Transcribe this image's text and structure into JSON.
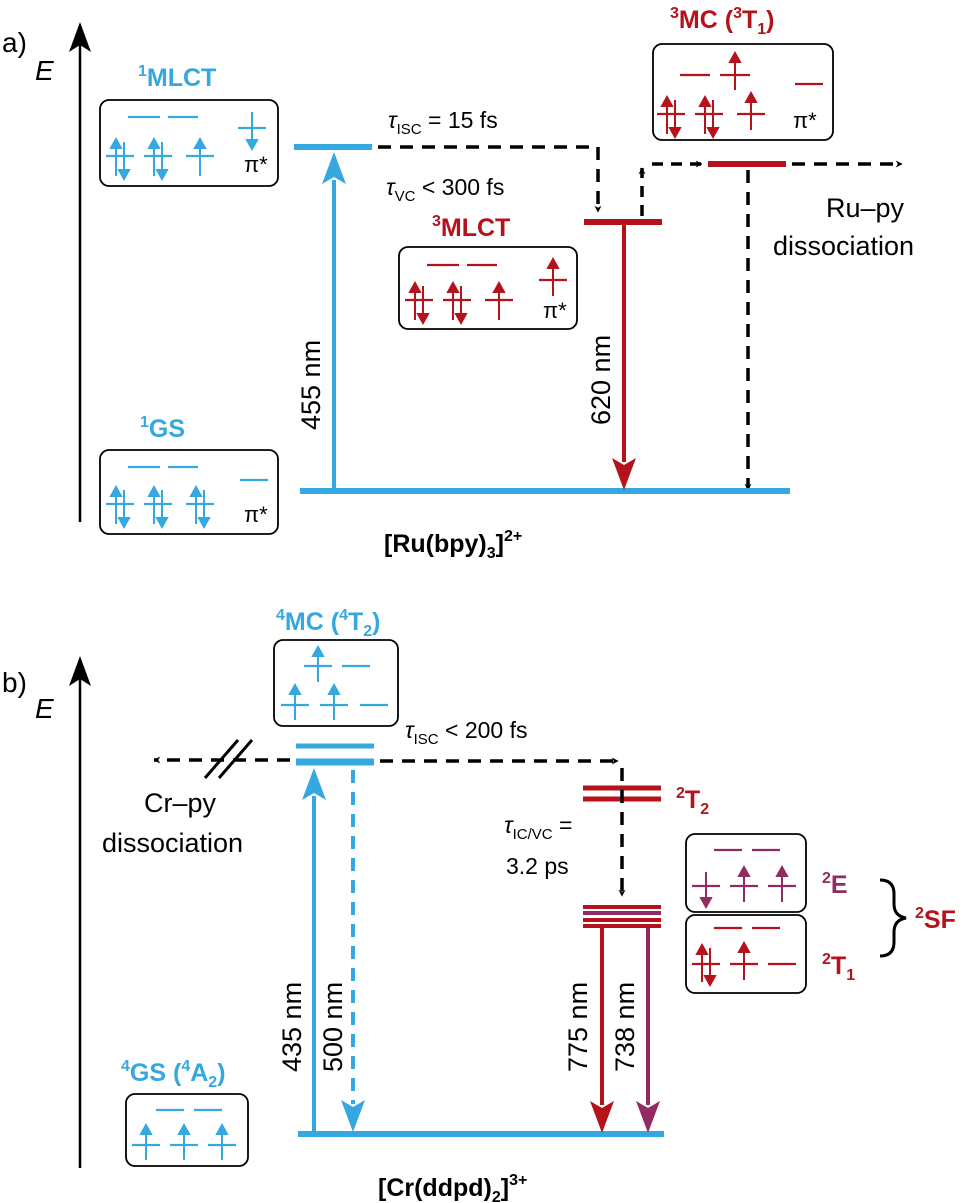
{
  "colors": {
    "blue": "#35a8df",
    "red": "#b5121b",
    "purple": "#922a63",
    "black": "#000000"
  },
  "panel_a": {
    "label": "a)",
    "axis_label": "E",
    "states": {
      "mlct1": {
        "sup": "1",
        "name": "MLCT"
      },
      "mlct3": {
        "sup": "3",
        "name": "MLCT"
      },
      "mc3": {
        "sup": "3",
        "name": "MC (",
        "sup2": "3",
        "name2": "T",
        "sub": "1",
        "close": ")"
      },
      "gs1": {
        "sup": "1",
        "name": "GS"
      }
    },
    "pi_star": "π*",
    "tau_isc": {
      "tau": "τ",
      "sub": "ISC",
      "rest": " = 15 fs"
    },
    "tau_vc": {
      "tau": "τ",
      "sub": "VC",
      "rest": " < 300 fs"
    },
    "abs_label": "455 nm",
    "em_label": "620 nm",
    "dissociation": [
      "Ru–py",
      "dissociation"
    ],
    "complex": {
      "main": "[Ru(bpy)",
      "sub": "3",
      "close": "]",
      "sup": "2+"
    }
  },
  "panel_b": {
    "label": "b)",
    "axis_label": "E",
    "states": {
      "mc4": {
        "sup": "4",
        "name": "MC (",
        "sup2": "4",
        "name2": "T",
        "sub": "2",
        "close": ")"
      },
      "t2": {
        "sup": "2",
        "name": "T",
        "sub": "2"
      },
      "e2": {
        "sup": "2",
        "name": "E"
      },
      "t1": {
        "sup": "2",
        "name": "T",
        "sub": "1"
      },
      "sf": {
        "sup": "2",
        "name": "SF"
      },
      "gs4": {
        "sup": "4",
        "name": "GS (",
        "sup2": "4",
        "name2": "A",
        "sub": "2",
        "close": ")"
      }
    },
    "tau_isc": {
      "tau": "τ",
      "sub": "ISC",
      "rest": " < 200 fs"
    },
    "tau_icvc": {
      "tau": "τ",
      "sub": "IC/VC",
      "rest": " =",
      "line2": "3.2 ps"
    },
    "abs_label": "435 nm",
    "back_label": "500 nm",
    "em1_label": "775 nm",
    "em2_label": "738 nm",
    "dissociation": [
      "Cr–py",
      "dissociation"
    ],
    "complex": {
      "main": "[Cr(ddpd)",
      "sub": "2",
      "close": "]",
      "sup": "3+"
    }
  }
}
